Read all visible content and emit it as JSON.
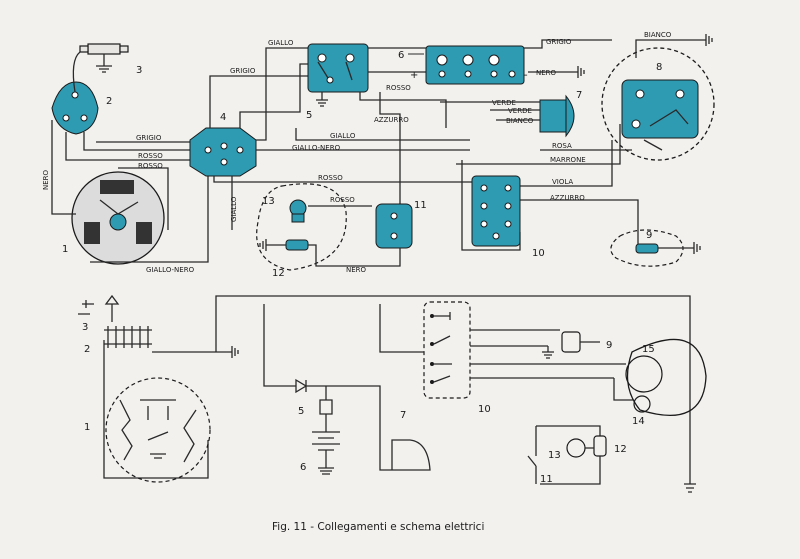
{
  "caption": "Fig. 11 - Collegamenti e schema elettrici",
  "wire_labels": {
    "grigio": "GRIGIO",
    "giallo": "GIALLO",
    "rosso": "ROSSO",
    "nero": "NERO",
    "azzurro": "AZZURRO",
    "verde": "VERDE",
    "bianco": "BIANCO",
    "giallo_nero": "GIALLO-NERO",
    "rosa": "ROSA",
    "marrone": "MARRONE",
    "viola": "VIOLA"
  },
  "component_numbers": {
    "n1": "1",
    "n2": "2",
    "n3": "3",
    "n4": "4",
    "n5": "5",
    "n6": "6",
    "n7": "7",
    "n8": "8",
    "n9": "9",
    "n10": "10",
    "n11": "11",
    "n12": "12",
    "n13": "13",
    "n14": "14",
    "n15": "15"
  },
  "battery_signs": {
    "plus": "+",
    "minus": "-"
  },
  "colors": {
    "component_fill": "#2f9bb3",
    "ink": "#2a2a2a",
    "paper": "#f3f1ee"
  }
}
